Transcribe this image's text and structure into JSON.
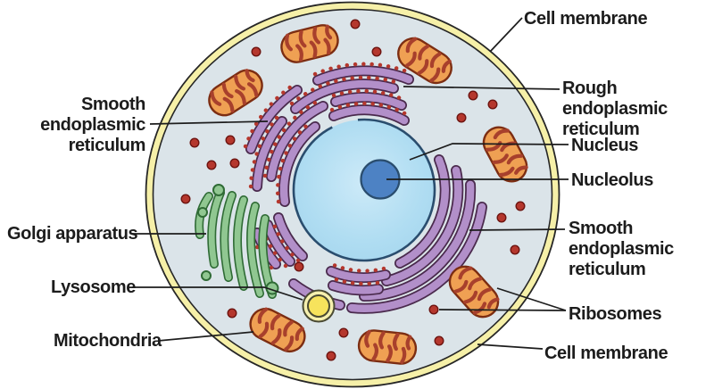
{
  "labels": {
    "smooth_er_left": "Smooth\nendoplasmic\nreticulum",
    "golgi_apparatus": "Golgi apparatus",
    "lysosome": "Lysosome",
    "mitochondria": "Mitochondria",
    "cell_membrane_top": "Cell membrane",
    "rough_er": "Rough endoplasmic\nreticulum",
    "nucleus": "Nucleus",
    "nucleolus": "Nucleolus",
    "smooth_er_right": "Smooth\nendoplasmic\nreticulum",
    "ribosomes": "Ribosomes",
    "cell_membrane_bottom": "Cell membrane"
  },
  "colors": {
    "background": "#ffffff",
    "cytoplasm": "#dbe4e9",
    "membrane_yellow": "#f6f0a8",
    "outline_dark": "#262626",
    "nucleus_fill": "#a3d5ee",
    "nucleus_light": "#c9e9f8",
    "nucleus_outline": "#2a4d6e",
    "nucleolus_fill": "#4d82c4",
    "er_purple": "#b28fc9",
    "er_outline": "#4a2a4d",
    "ribosome_red": "#b5372d",
    "mito_orange": "#efa053",
    "mito_outline": "#7c2d12",
    "mito_cristae": "#a8402c",
    "golgi_green": "#90c791",
    "golgi_outline": "#2f6b35",
    "lysosome_ring": "#f6f0ae",
    "lysosome_core": "#f7e35c",
    "label_text": "#1c1c1c",
    "pointer_line": "#1d1d1d"
  }
}
